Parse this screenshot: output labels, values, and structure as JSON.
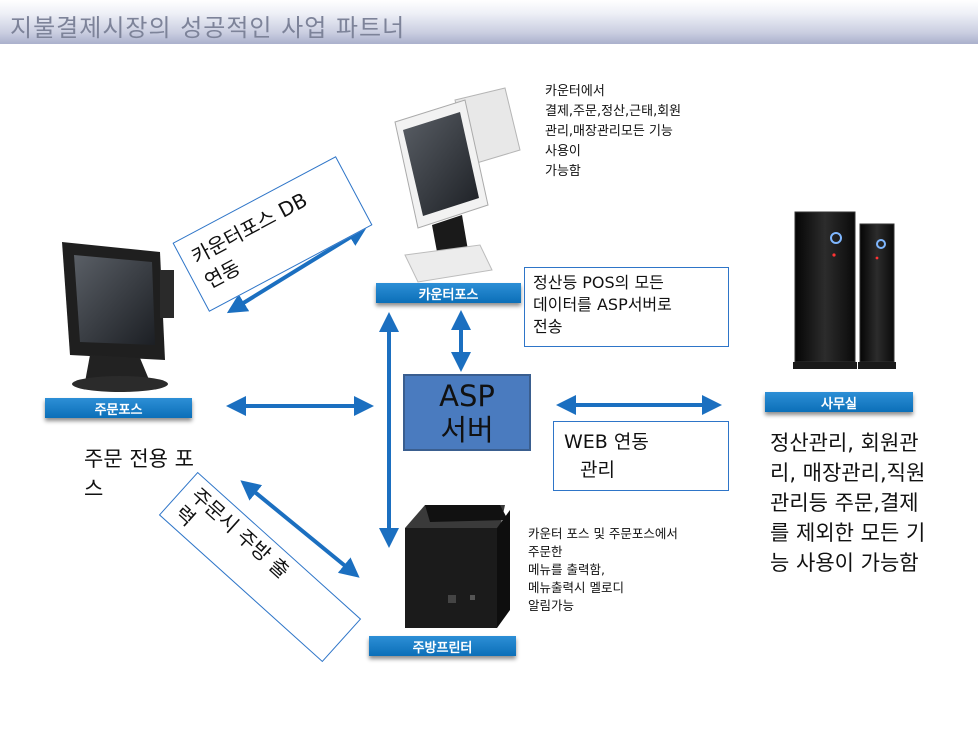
{
  "title": "지불결제시장의 성공적인 사업 파트너",
  "labels": {
    "counter_pos": "카운터포스",
    "order_pos": "주문포스",
    "office": "사무실",
    "kitchen_printer": "주방프린터"
  },
  "server": {
    "line1": "ASP",
    "line2": "서버"
  },
  "notes": {
    "counter": "카운터에서\n결제,주문,정산,근태,회원\n관리,매장관리모든 기능\n사용이\n가능함",
    "pos_data": "정산등 POS의 모든\n데이터를 ASP서버로\n전송",
    "web": "WEB 연동\n관리",
    "order_pos_desc": "주문 전용 포\n스",
    "office_desc": "정산관리, 회원관\n리, 매장관리,직원\n관리등 주문,결제\n를 제외한 모든 기\n능 사용이 가능함",
    "printer_desc": "카운터 포스 및 주문포스에서\n주문한\n메뉴를 출력함,\n메뉴출력시 멜로디\n알림가능"
  },
  "rotated": {
    "db_link": "카운터포스 DB\n연동",
    "kitchen_out": "주문시 주방 출\n력"
  },
  "colors": {
    "arrow": "#1b6fc0",
    "box_border": "#2e75c8",
    "label_bar": "#0b6fb8",
    "server": "#4a7bbf"
  }
}
